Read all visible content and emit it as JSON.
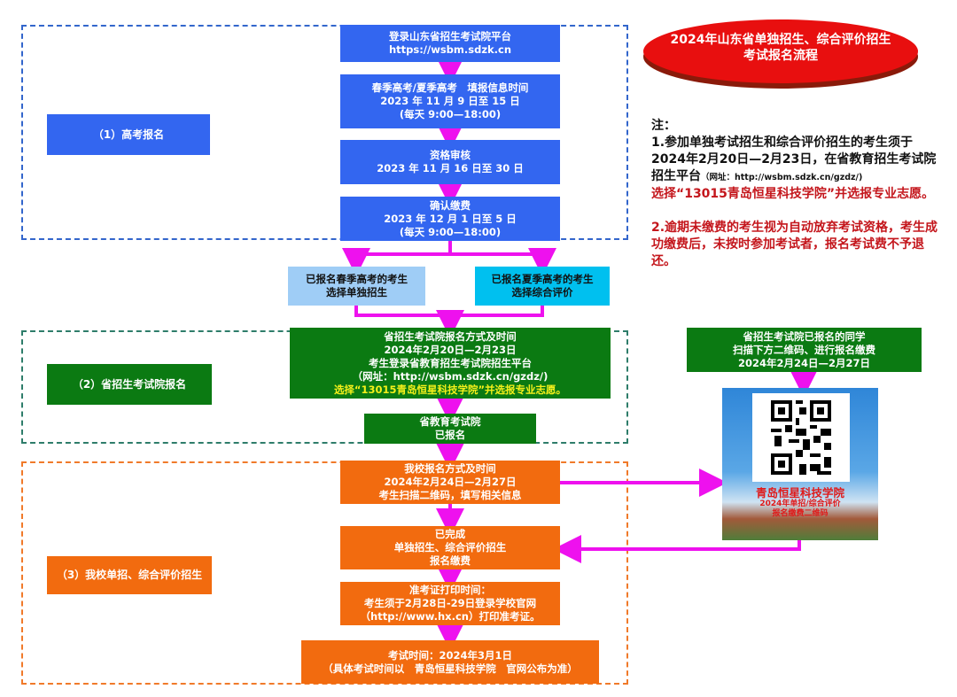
{
  "title": {
    "line1": "2024年山东省单独招生、综合评价招生",
    "line2": "考试报名流程"
  },
  "colors": {
    "blue": "#3366f0",
    "green": "#0b7a12",
    "orange": "#f26b0f",
    "arrow": "#ee11ee",
    "red": "#e80f0f"
  },
  "section1": {
    "label": "（1）高考报名",
    "steps": [
      {
        "l1": "登录山东省招生考试院平台",
        "l2": "https://wsbm.sdzk.cn"
      },
      {
        "l1": "春季高考/夏季高考　填报信息时间",
        "l2": "2023 年 11 月 9 日至 15 日",
        "l3": "(每天 9:00—18:00)"
      },
      {
        "l1": "资格审核",
        "l2": "2023 年 11 月 16 日至 30 日"
      },
      {
        "l1": "确认缴费",
        "l2": "2023 年 12 月 1 日至 5 日",
        "l3": "(每天 9:00—18:00)"
      }
    ],
    "spring": {
      "l1": "已报名春季高考的考生",
      "l2": "选择单独招生"
    },
    "summer": {
      "l1": "已报名夏季高考的考生",
      "l2": "选择综合评价"
    }
  },
  "section2": {
    "label": "（2）省招生考试院报名",
    "main": {
      "l1": "省招生考试院报名方式及时间",
      "l2": "2024年2月20日—2月23日",
      "l3": "考生登录省教育招生考试院招生平台",
      "l4": "（网址：http://wsbm.sdzk.cn/gzdz/)",
      "l5": "选择“13015青岛恒星科技学院”并选报专业志愿。"
    },
    "done": {
      "l1": "省教育考试院",
      "l2": "已报名"
    }
  },
  "section3": {
    "label": "（3）我校单招、综合评价招生",
    "steps": [
      {
        "l1": "我校报名方式及时间",
        "l2": "2024年2月24日—2月27日",
        "l3": "考生扫描二维码，填写相关信息"
      },
      {
        "l1": "已完成",
        "l2": "单独招生、综合评价招生",
        "l3": "报名缴费"
      },
      {
        "l1": "准考证打印时间：",
        "l2": "考生须于2月28日-29日登录学校官网",
        "l3": "（http://www.hx.cn）打印准考证。"
      },
      {
        "l1": "考试时间：2024年3月1日",
        "l2": "（具体考试时间以　青岛恒星科技学院　官网公布为准）"
      }
    ]
  },
  "qr_panel": {
    "header": {
      "l1": "省招生考试院已报名的同学",
      "l2": "扫描下方二维码、进行报名缴费",
      "l3": "2024年2月24日—2月27日"
    },
    "school": "青岛恒星科技学院",
    "sub1": "2024年单招/综合评价",
    "sub2": "报名缴费二维码"
  },
  "notes": {
    "heading": "注：",
    "n1a": "1.参加单独考试招生和综合评价招生的考生须于2024年2月20日—2月23日，在省教育招生考试院招生平台",
    "n1url": "（网址：http://wsbm.sdzk.cn/gzdz/)",
    "n1b": "选择“13015青岛恒星科技学院”并选报专业志愿。",
    "n2": "2.逾期未缴费的考生视为自动放弃考试资格，考生成功缴费后，未按时参加考试者，报名考试费不予退还。"
  }
}
